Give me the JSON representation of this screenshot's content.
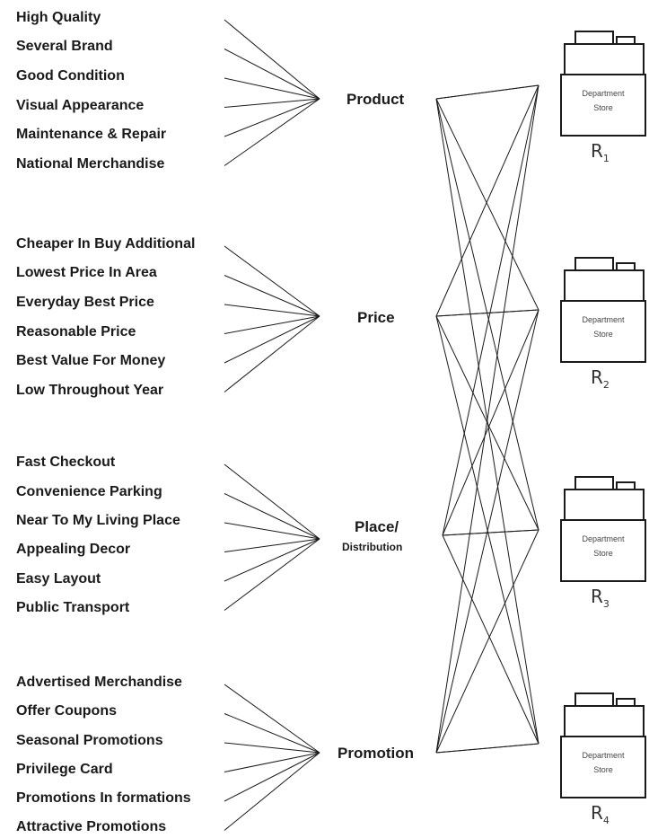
{
  "groups": [
    {
      "name": "Product",
      "subtitle": "",
      "criteria": [
        "High Quality",
        "Several Brand",
        "Good Condition",
        "Visual Appearance",
        "Maintenance & Repair",
        "National Merchandise"
      ]
    },
    {
      "name": "Price",
      "subtitle": "",
      "criteria": [
        "Cheaper In Buy Additional",
        "Lowest Price In Area",
        "Everyday Best Price",
        "Reasonable Price",
        "Best Value For Money",
        "Low Throughout Year"
      ]
    },
    {
      "name": "Place/",
      "subtitle": "Distribution",
      "criteria": [
        "Fast Checkout",
        "Convenience Parking",
        "Near To My Living Place",
        "Appealing Decor",
        "Easy Layout",
        "Public Transport"
      ]
    },
    {
      "name": "Promotion",
      "subtitle": "",
      "criteria": [
        "Advertised Merchandise",
        "Offer Coupons",
        "Seasonal Promotions",
        "Privilege Card",
        "Promotions In formations",
        "Attractive Promotions"
      ]
    }
  ],
  "stores": [
    {
      "line1": "Department",
      "line2": "Store",
      "label": "R",
      "sub": "1"
    },
    {
      "line1": "Department",
      "line2": "Store",
      "label": "R",
      "sub": "2"
    },
    {
      "line1": "Department",
      "line2": "Store",
      "label": "R",
      "sub": "3"
    },
    {
      "line1": "Department",
      "line2": "Store",
      "label": "R",
      "sub": "4"
    }
  ],
  "colors": {
    "line": "#1a1a1a",
    "text": "#1a1a1a",
    "store_text": "#444444"
  }
}
